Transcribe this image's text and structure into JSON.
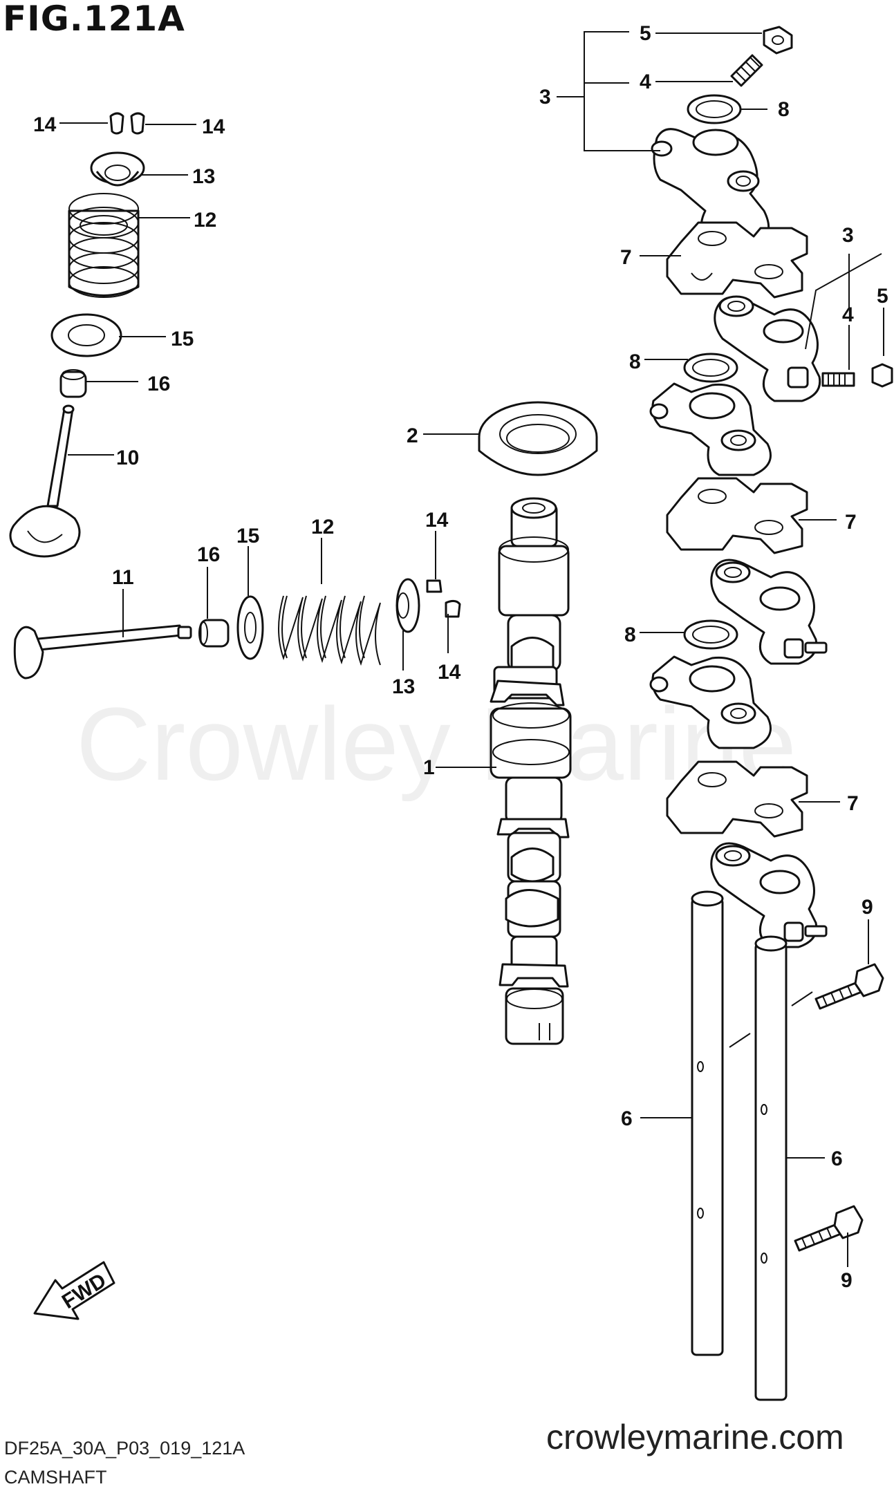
{
  "figure": {
    "title": "FIG.121A",
    "code": "DF25A_30A_P03_019_121A",
    "name": "CAMSHAFT",
    "website": "crowleymarine.com",
    "watermark": "Crowley Marine",
    "fwd_label": "FWD"
  },
  "callouts": {
    "c1": "1",
    "c2": "2",
    "c3a": "3",
    "c3b": "3",
    "c4a": "4",
    "c4b": "4",
    "c5a": "5",
    "c5b": "5",
    "c6a": "6",
    "c6b": "6",
    "c7a": "7",
    "c7b": "7",
    "c7c": "7",
    "c8a": "8",
    "c8b": "8",
    "c8c": "8",
    "c9a": "9",
    "c9b": "9",
    "c10": "10",
    "c11": "11",
    "c12a": "12",
    "c12b": "12",
    "c13a": "13",
    "c13b": "13",
    "c14a": "14",
    "c14b": "14",
    "c14c": "14",
    "c14d": "14",
    "c15a": "15",
    "c15b": "15",
    "c16a": "16",
    "c16b": "16"
  }
}
